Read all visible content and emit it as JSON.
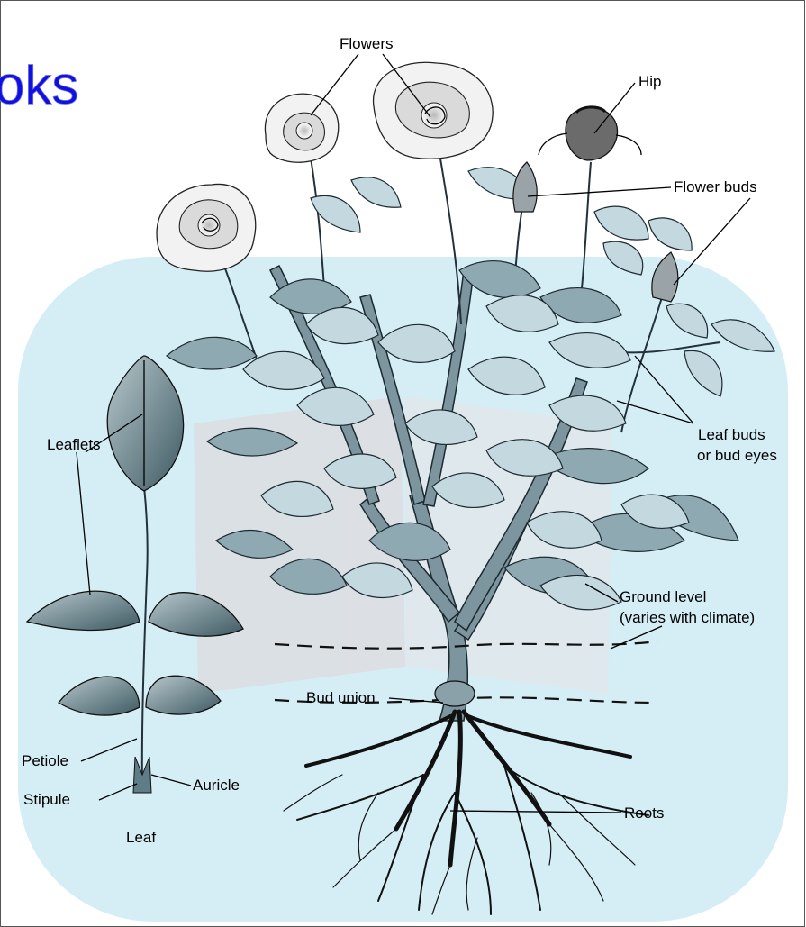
{
  "brand_fragment": "oks",
  "labels": {
    "flowers": "Flowers",
    "hip": "Hip",
    "flower_buds": "Flower buds",
    "leaf_buds_line1": "Leaf buds",
    "leaf_buds_line2": "or bud eyes",
    "leaflets": "Leaflets",
    "ground_level_line1": "Ground level",
    "ground_level_line2": "(varies with climate)",
    "bud_union": "Bud union",
    "petiole": "Petiole",
    "auricle": "Auricle",
    "stipule": "Stipule",
    "leaf": "Leaf",
    "roots": "Roots"
  },
  "colors": {
    "brand_text": "#1010e0",
    "watermark_panel": "#d5eef6",
    "foliage": "#c4d8df",
    "foliage_dark": "#8fa9b2"
  }
}
